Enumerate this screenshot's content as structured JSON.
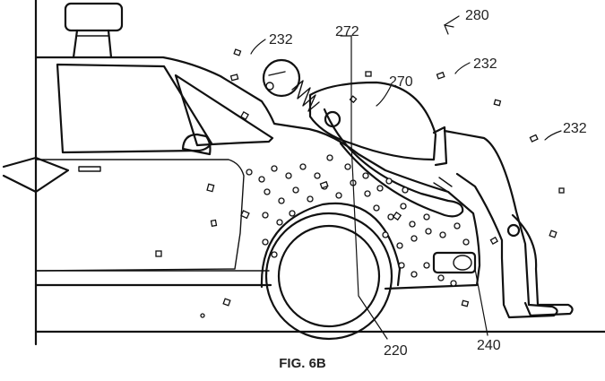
{
  "figure": {
    "caption": "FIG. 6B",
    "labels": {
      "system": "280",
      "adhesive_particles_top": "232",
      "adhesive_particles_right_top": "232",
      "adhesive_particles_right": "232",
      "sensor": "272",
      "pedestrian": "270",
      "hood_surface": "220",
      "front_bumper": "240"
    }
  }
}
